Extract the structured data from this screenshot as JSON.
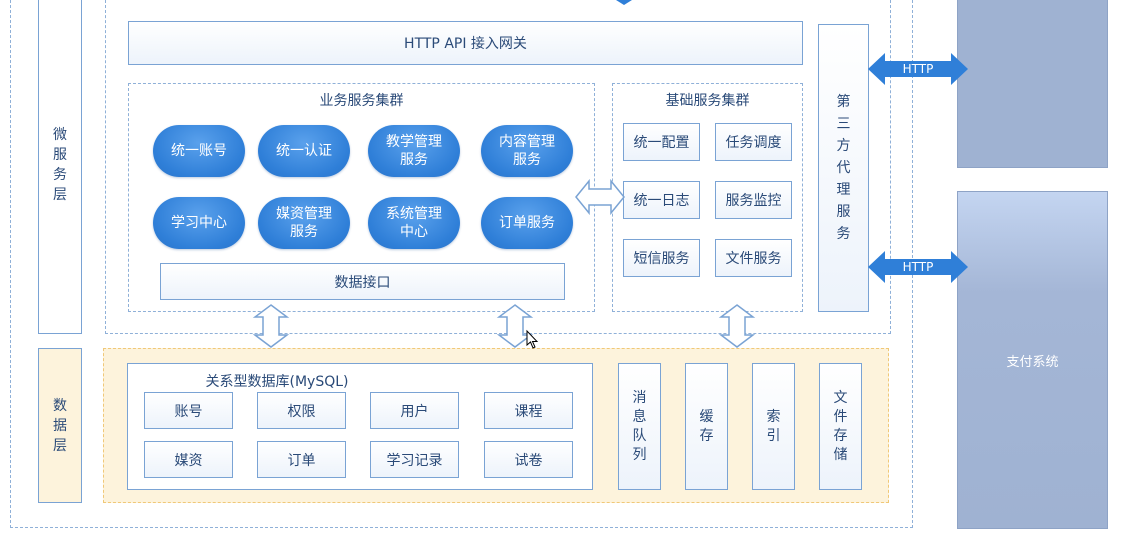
{
  "micro_layer_label": "微\n服\n务\n层",
  "data_layer_label": "数\n据\n层",
  "gateway": "HTTP API 接入网关",
  "business_cluster": {
    "title": "业务服务集群",
    "services": [
      "统一账号",
      "统一认证",
      "教学管理\n服务",
      "内容管理\n服务",
      "学习中心",
      "媒资管理\n服务",
      "系统管理\n中心",
      "订单服务"
    ],
    "data_interface": "数据接口"
  },
  "base_cluster": {
    "title": "基础服务集群",
    "services": [
      "统一配置",
      "任务调度",
      "统一日志",
      "服务监控",
      "短信服务",
      "文件服务"
    ]
  },
  "third_party_proxy": "第\n三\n方\n代\n理\n服\n务",
  "http_labels": [
    "HTTP",
    "HTTP"
  ],
  "database": {
    "title": "关系型数据库(MySQL)",
    "tables": [
      "账号",
      "权限",
      "用户",
      "课程",
      "媒资",
      "订单",
      "学习记录",
      "试卷"
    ]
  },
  "storage": [
    "消\n息\n队\n列",
    "缓\n存",
    "索\n引",
    "文\n件\n存\n储"
  ],
  "payment_system": "支付系统",
  "colors": {
    "pill_blue": "#2f7fd8",
    "border_blue": "#7aa3d4",
    "data_layer_bg": "#fdf3dc",
    "data_layer_border": "#f0c878",
    "external_top": "#9fb2d2",
    "external_bottom": "#a4b6d6"
  }
}
